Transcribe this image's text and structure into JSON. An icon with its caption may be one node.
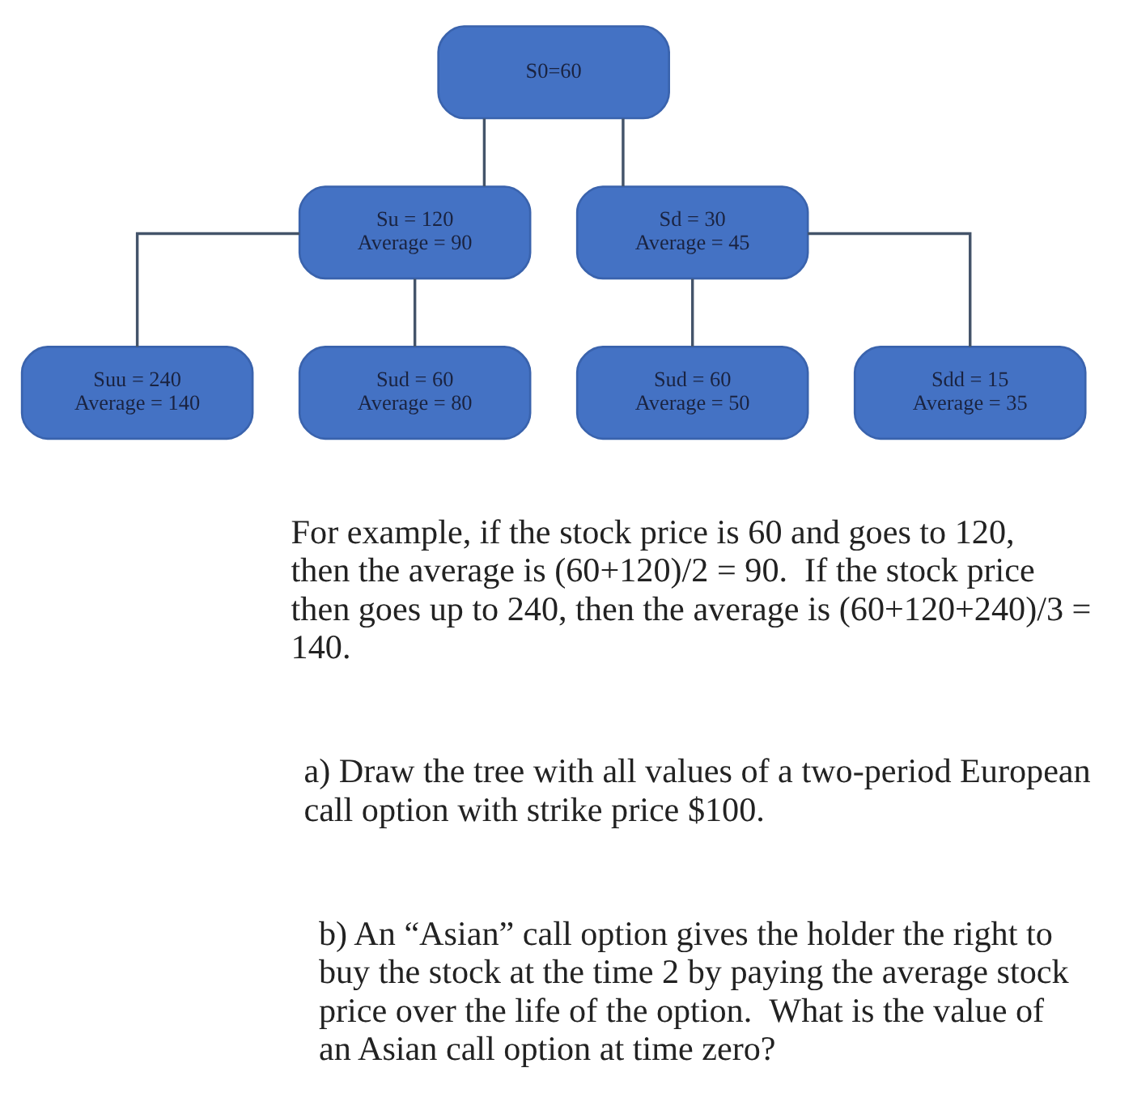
{
  "diagram": {
    "nodes": [
      {
        "text": [
          "S0=60"
        ]
      },
      {
        "text": [
          "Su = 120",
          "Average = 90"
        ]
      },
      {
        "text": [
          "Sd = 30",
          "Average = 45"
        ]
      },
      {
        "text": [
          "Suu = 240",
          "Average = 140"
        ]
      },
      {
        "text": [
          "Sud = 60",
          "Average = 80"
        ]
      },
      {
        "text": [
          "Sud = 60",
          "Average = 50"
        ]
      },
      {
        "text": [
          "Sdd = 15",
          "Average = 35"
        ]
      }
    ],
    "edges": [
      {
        "from": 0,
        "to": 1,
        "arrow": "none"
      },
      {
        "from": 0,
        "to": 2,
        "arrow": "none"
      },
      {
        "from": 1,
        "to": 3,
        "arrow": "none"
      },
      {
        "from": 1,
        "to": 4,
        "arrow": "none"
      },
      {
        "from": 2,
        "to": 5,
        "arrow": "none"
      },
      {
        "from": 2,
        "to": 6,
        "arrow": "none"
      }
    ],
    "labels": [
      "For example, if the stock price is 60 and goes to 120, then the average is (60+120)/2 = 90.  If the stock price then goes up to 240, then the average is (60+120+240)/3 = 140.",
      "a) Draw the tree with all values of a two-period European call option with strike price $100.",
      "b) An “Asian” call option gives the holder the right to buy the stock at the time 2 by paying the average stock price over the life of the option.  What is the value of an Asian call option at time zero?"
    ]
  }
}
